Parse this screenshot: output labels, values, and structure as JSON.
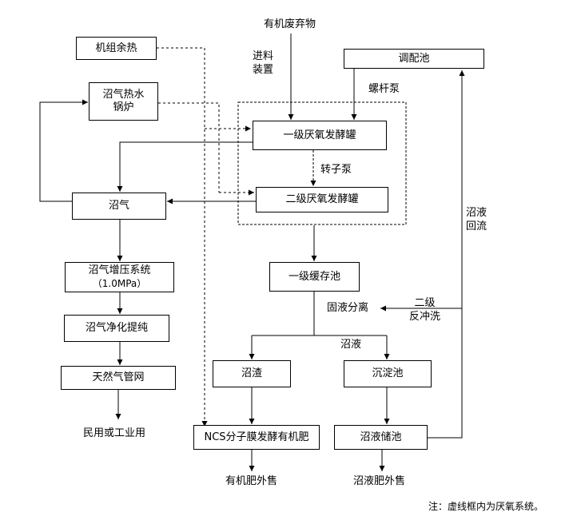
{
  "nodes": {
    "organic_waste": "有机废弃物",
    "unit_waste_heat": "机组余热",
    "biogas_boiler": "沼气热水\n锅炉",
    "primary_fermenter": "一级厌氧发酵罐",
    "secondary_fermenter": "二级厌氧发酵罐",
    "biogas": "沼气",
    "biogas_pressurization_line1": "沼气增压系统",
    "biogas_pressurization_line2": "（1.0MPa）",
    "biogas_purification": "沼气净化提纯",
    "natural_gas_grid": "天然气管网",
    "civil_industrial_use": "民用或工业用",
    "regulating_tank": "调配池",
    "primary_buffer_tank": "一级缓存池",
    "digestate_residue": "沼渣",
    "sedimentation_tank": "沉淀池",
    "ncs_fertilizer": "NCS分子膜发酵有机肥",
    "digestate_liquid_storage": "沼液储池",
    "organic_fertilizer_sale": "有机肥外售",
    "digestate_fertilizer_sale": "沼液肥外售"
  },
  "edge_labels": {
    "feeding_device": "进料\n装置",
    "screw_pump": "螺杆泵",
    "rotor_pump": "转子泵",
    "solid_liquid_separation": "固液分离",
    "secondary_backwash": "二级\n反冲洗",
    "digestate_liquid": "沼液",
    "digestate_reflux": "沼液\n回流"
  },
  "note": "注：虚线框内为厌氧系统。"
}
